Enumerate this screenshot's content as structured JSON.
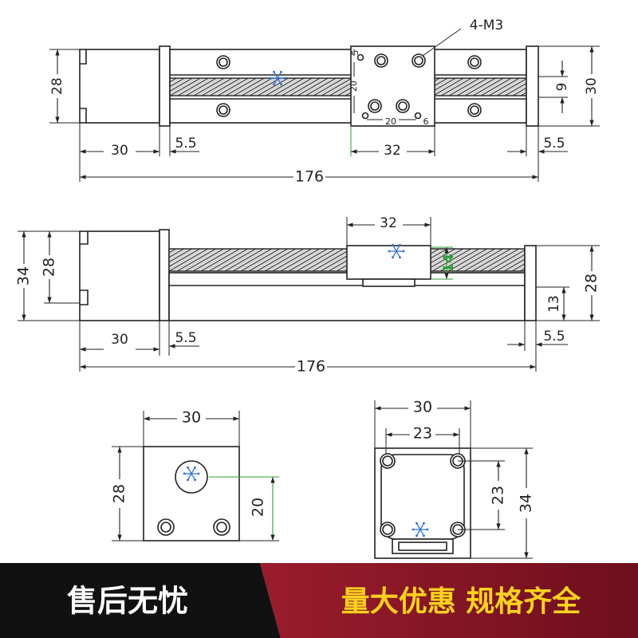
{
  "top_view": {
    "hole_callout": "4-M3",
    "dims": {
      "motor_height": "28",
      "total_height": "30",
      "screw_band": "9",
      "motor_length": "30",
      "left_plate": "5.5",
      "carriage_length": "32",
      "right_plate": "5.5",
      "total_length": "176",
      "hole_edge": "5",
      "hole_pitch_v": "20",
      "hole_pitch_h": "20",
      "hole_edge_side": "6"
    }
  },
  "side_view": {
    "dims": {
      "total_height": "34",
      "motor_height": "28",
      "carriage_length": "32",
      "carriage_height": "14",
      "plate_height": "28",
      "base_height": "13",
      "motor_length": "30",
      "left_plate": "5.5",
      "right_plate": "5.5",
      "total_length": "176"
    }
  },
  "motor_end_view": {
    "width": "30",
    "height": "28",
    "shaft_height": "20"
  },
  "plate_end_view": {
    "width": "30",
    "hole_pitch_h": "23",
    "hole_pitch_v": "23",
    "height": "34"
  },
  "banner": {
    "left_text": "售后无忧",
    "right_text": "量大优惠 规格齐全"
  },
  "icons": {
    "watermark": "asterisk-star"
  },
  "colors": {
    "line": "#222222",
    "green": "#2e9e3a",
    "wm": "#2f6fd6",
    "bdark": "#111111",
    "bred1": "#9a1c2c",
    "bred2": "#6e0f1c",
    "btl": "#ffffff",
    "btr": "#ffd21f"
  }
}
